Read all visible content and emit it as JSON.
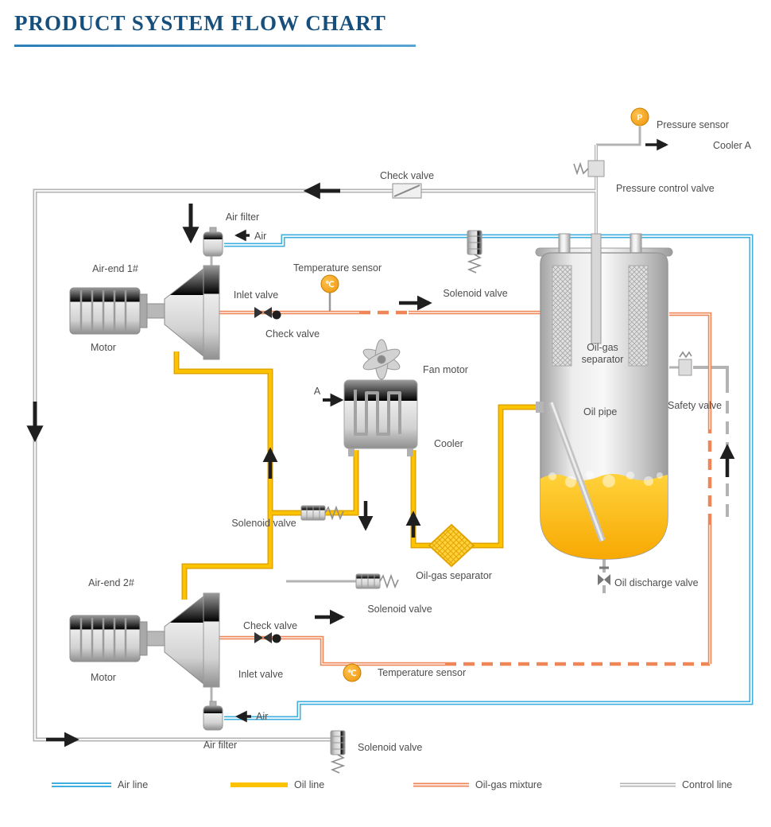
{
  "title": "PRODUCT SYSTEM FLOW CHART",
  "colors": {
    "title": "#174f7c",
    "underline": "#2d7fb8",
    "air_line": "#3fafdf",
    "oil_line": "#fdc300",
    "oil_line_outline": "#e0a400",
    "oil_gas_mixture": "#ef8657",
    "control_line": "#b3b3b3",
    "sensor_orange": "#f5a623",
    "arrow_black": "#1f1f1f"
  },
  "labels": {
    "pressure_sensor": "Pressure sensor",
    "cooler_a": "Cooler A",
    "pressure_control_valve": "Pressure control valve",
    "check_valve_top": "Check valve",
    "air_filter_1": "Air filter",
    "air_1": "Air",
    "air_end_1": "Air-end 1#",
    "motor_1": "Motor",
    "inlet_valve_1": "Inlet valve",
    "check_valve_1": "Check valve",
    "temperature_sensor_1": "Temperature sensor",
    "solenoid_valve_air": "Solenoid valve",
    "separator_line1": "Oil-gas",
    "separator_line2": "separator",
    "fan_motor": "Fan motor",
    "point_a": "A",
    "cooler": "Cooler",
    "oil_pipe": "Oil pipe",
    "safety_valve": "Safety valve",
    "solenoid_valve_oil": "Solenoid valve",
    "oil_gas_separator_small": "Oil-gas separator",
    "solenoid_valve_center": "Solenoid valve",
    "air_end_2": "Air-end 2#",
    "motor_2": "Motor",
    "check_valve_2": "Check valve",
    "inlet_valve_2": "Inlet valve",
    "temperature_sensor_2": "Temperature sensor",
    "air_2": "Air",
    "air_filter_2": "Air filter",
    "solenoid_valve_bottom": "Solenoid valve",
    "oil_discharge_valve": "Oil discharge valve",
    "pressure_symbol": "P",
    "temp_symbol": "℃"
  },
  "legend": {
    "items": [
      {
        "name": "air-line",
        "label": "Air line",
        "color": "#3fafdf"
      },
      {
        "name": "oil-line",
        "label": "Oil line",
        "color": "#fdc300"
      },
      {
        "name": "oil-gas-mixture",
        "label": "Oil-gas mixture",
        "color": "#ef8657"
      },
      {
        "name": "control-line",
        "label": "Control line",
        "color": "#b3b3b3"
      }
    ]
  }
}
